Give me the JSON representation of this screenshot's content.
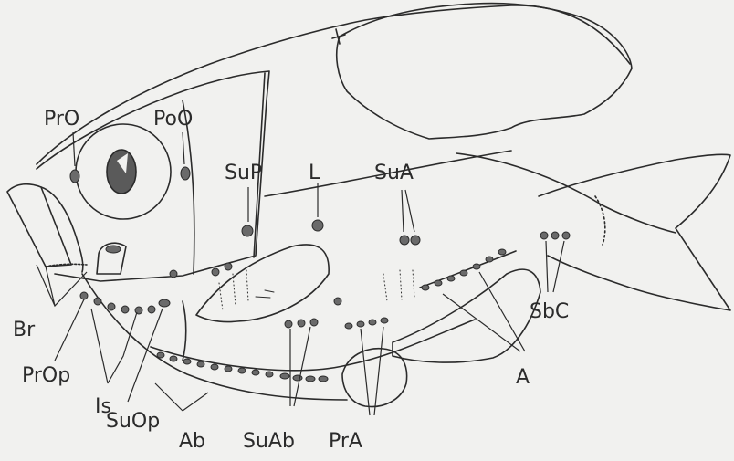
{
  "figure": {
    "labels": {
      "preorbital": "PrO",
      "postorbital": "PoO",
      "suprapectoral": "SuP",
      "lateral": "L",
      "supra_anal": "SuA",
      "branchiostegal": "Br",
      "preopercular": "PrOp",
      "isthmus": "Is",
      "subopercular": "SuOp",
      "abdominal": "Ab",
      "supra_abdominal": "SuAb",
      "preanal": "PrA",
      "anal": "A",
      "subcaudal": "SbC"
    },
    "colors": {
      "background": "#f1f1ef",
      "ink": "#2b2b2b",
      "photophore_fill": "#6a6a6a",
      "eye_pupil": "#5a5a5a"
    }
  }
}
